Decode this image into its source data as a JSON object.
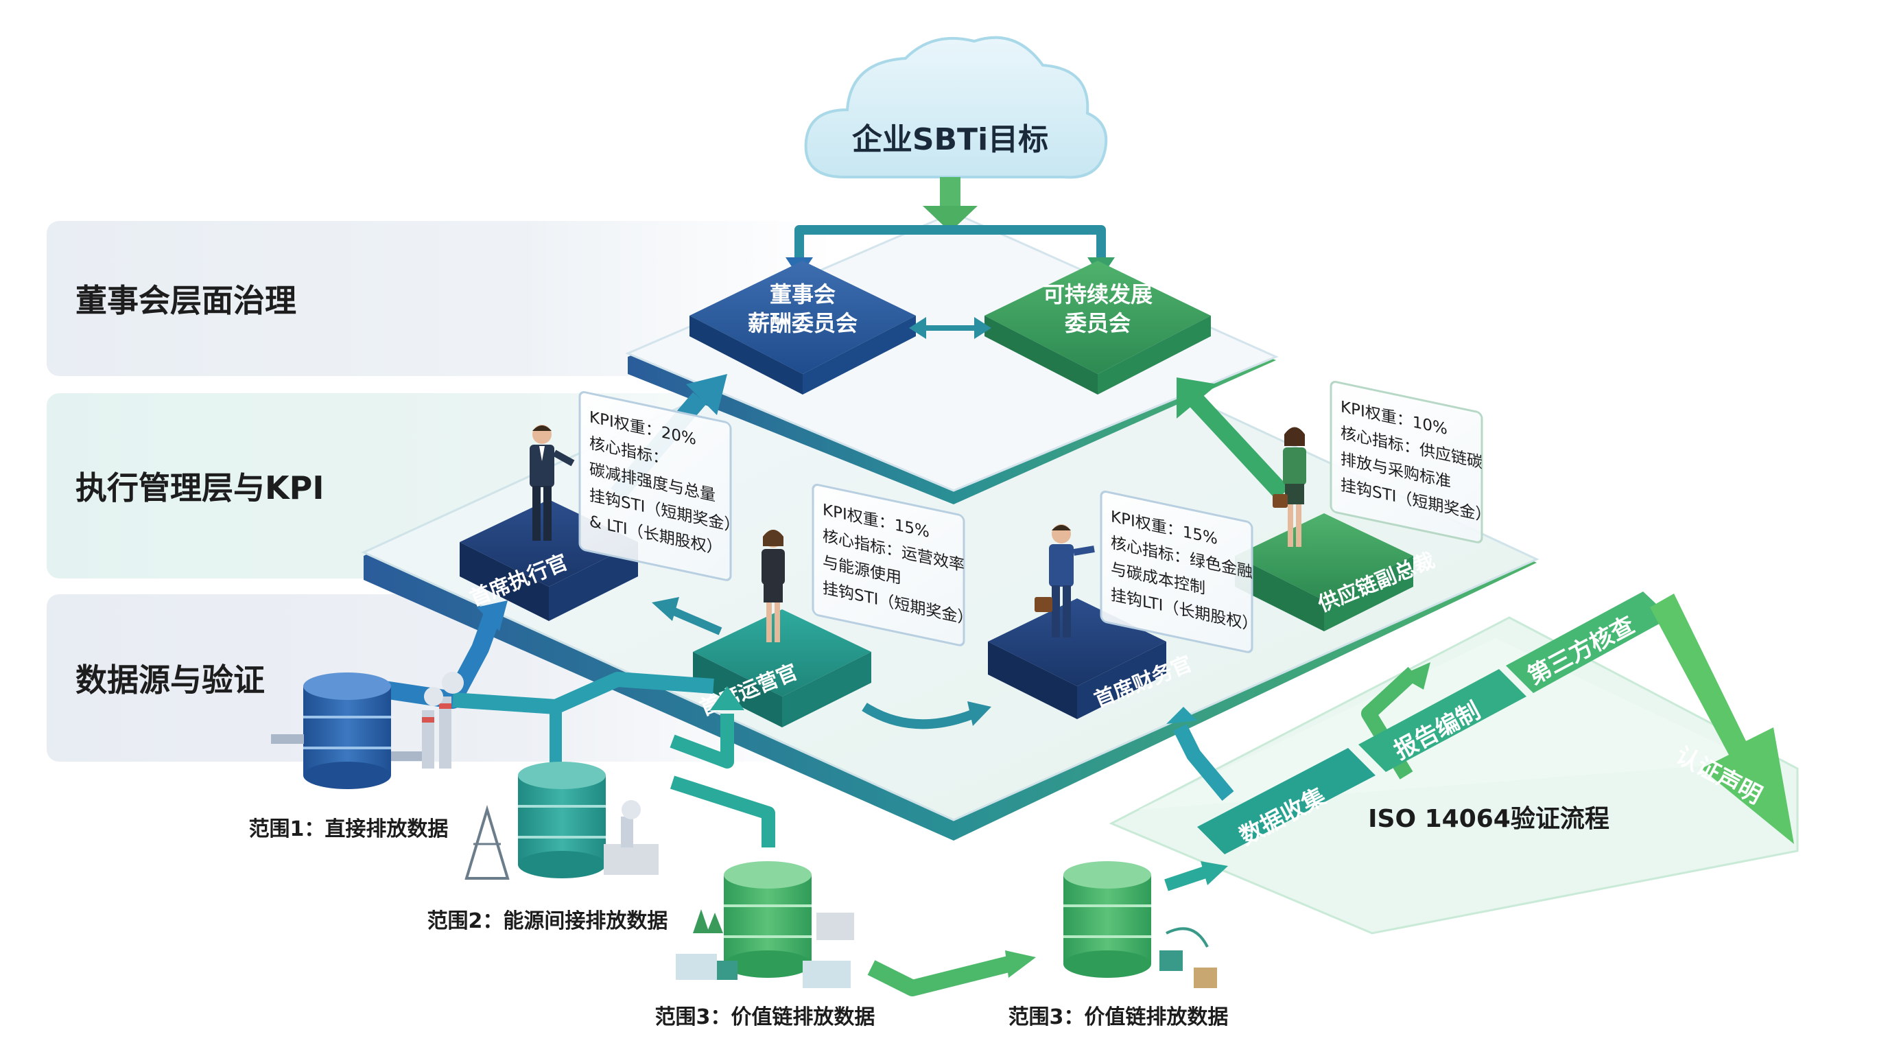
{
  "bands": [
    {
      "label": "董事会层面治理"
    },
    {
      "label": "执行管理层与KPI"
    },
    {
      "label": "数据源与验证"
    }
  ],
  "cloud": {
    "label": "企业SBTi目标"
  },
  "board": {
    "compensation_committee": [
      "董事会",
      "薪酬委员会"
    ],
    "sustainability_committee": [
      "可持续发展",
      "委员会"
    ]
  },
  "executives": {
    "ceo": "首席执行官",
    "coo": "首席运营官",
    "cfo": "首席财务官",
    "svp_supply": "供应链副总裁"
  },
  "kpi_cards": {
    "ceo": [
      "KPI权重：20%",
      "核心指标：",
      "碳减排强度与总量",
      "挂钩STI（短期奖金）",
      "& LTI（长期股权）"
    ],
    "coo": [
      "KPI权重：15%",
      "核心指标：运营效率",
      "与能源使用",
      "挂钩STI（短期奖金）"
    ],
    "cfo": [
      "KPI权重：15%",
      "核心指标：绿色金融",
      "与碳成本控制",
      "挂钩LTI（长期股权）"
    ],
    "svp_supply": [
      "KPI权重：10%",
      "核心指标：供应链碳",
      "排放与采购标准",
      "挂钩STI（短期奖金）"
    ]
  },
  "data_sources": {
    "scope1": "范围1：直接排放数据",
    "scope2": "范围2：能源间接排放数据",
    "scope3a": "范围3：价值链排放数据",
    "scope3b": "范围3：价值链排放数据"
  },
  "verification": {
    "steps": [
      "数据收集",
      "报告编制",
      "第三方核查",
      "认证声明"
    ],
    "title": "ISO 14064验证流程"
  }
}
